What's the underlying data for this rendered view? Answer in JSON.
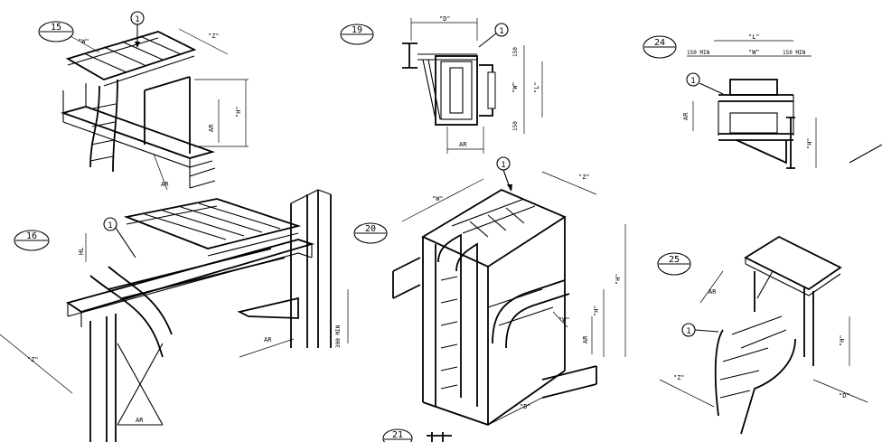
{
  "callouts": [
    {
      "id": "d15",
      "label": "15"
    },
    {
      "id": "d16",
      "label": "16"
    },
    {
      "id": "d19",
      "label": "19"
    },
    {
      "id": "d20",
      "label": "20"
    },
    {
      "id": "d21",
      "label": "21"
    },
    {
      "id": "d24",
      "label": "24"
    },
    {
      "id": "d25",
      "label": "25"
    }
  ],
  "marker": "1",
  "dims": {
    "W": "\"W\"",
    "H": "\"H\"",
    "L": "\"L\"",
    "D": "\"D\"",
    "Z": "\"Z\"",
    "AR": "AR",
    "n150": "150",
    "min150": "150 MIN",
    "min300": "300 MIN",
    "hl": "HL"
  }
}
